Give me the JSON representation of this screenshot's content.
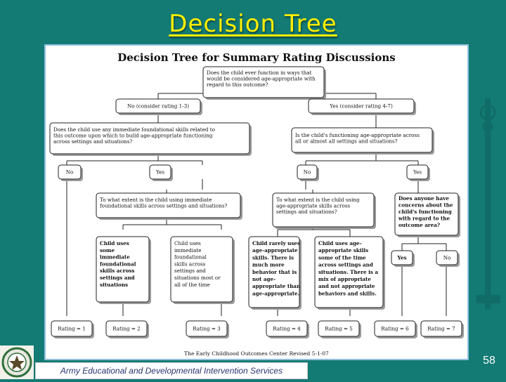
{
  "slide": {
    "title": "Decision Tree",
    "footer": "Army Educational and Developmental Intervention Services",
    "page_number": "58"
  },
  "diagram": {
    "title": "Decision Tree for Summary Rating Discussions",
    "credit": "The Early Childhood Outcomes Center Revised 5-1-07",
    "root": [
      "Does the child ever function in ways that",
      "would be considered age-appropriate with",
      "regard to this outcome?"
    ],
    "no_branch": "No (consider rating 1-3)",
    "yes_branch": "Yes (consider rating 4-7)",
    "q_foundational": [
      "Does the child use any immediate foundational skills related to",
      "this outcome upon which to build age-appropriate functioning",
      "across settings and situations?"
    ],
    "q_age_appropriate": [
      "Is the child's functioning age-appropriate across",
      "all or almost all settings and situations?"
    ],
    "labels": {
      "no": "No",
      "yes": "Yes"
    },
    "q_extent_foundational": [
      "To what extent is the child using immediate",
      "foundational skills across settings and situations?"
    ],
    "q_extent_age": [
      "To what extent is the child using",
      "age-appropriate skills across",
      "settings and situations?"
    ],
    "q_concern": [
      "Does anyone have",
      "concerns about the",
      "child's functioning",
      "with regard to the",
      "outcome area?"
    ],
    "leaf_some_foundational": [
      "Child uses",
      "some",
      "immediate",
      "foundational",
      "skills across",
      "settings and",
      "situations"
    ],
    "leaf_most_foundational": [
      "Child uses",
      "immediate",
      "foundational",
      "skills across",
      "settings and",
      "situations most or",
      "all of the time"
    ],
    "leaf_rarely": [
      "Child rarely uses",
      "age-appropriate",
      "skills. There is",
      "much more",
      "behavior that is",
      "not age-",
      "appropriate than",
      "age-appropriate."
    ],
    "leaf_some_time": [
      "Child uses age-",
      "appropriate skills",
      "some of the time",
      "across settings and",
      "situations. There is a",
      "mix of appropriate",
      "and not appropriate",
      "behaviors and skills."
    ],
    "ratings": [
      "Rating = 1",
      "Rating = 2",
      "Rating = 3",
      "Rating = 4",
      "Rating = 5",
      "Rating = 6",
      "Rating = 7"
    ]
  },
  "colors": {
    "background": "#137a74",
    "title": "#ffee00",
    "frame_border": "#8fbfe0",
    "footer_text": "#2a3470"
  },
  "icons": [
    "seal-logo-icon",
    "scales-of-justice-icon"
  ]
}
